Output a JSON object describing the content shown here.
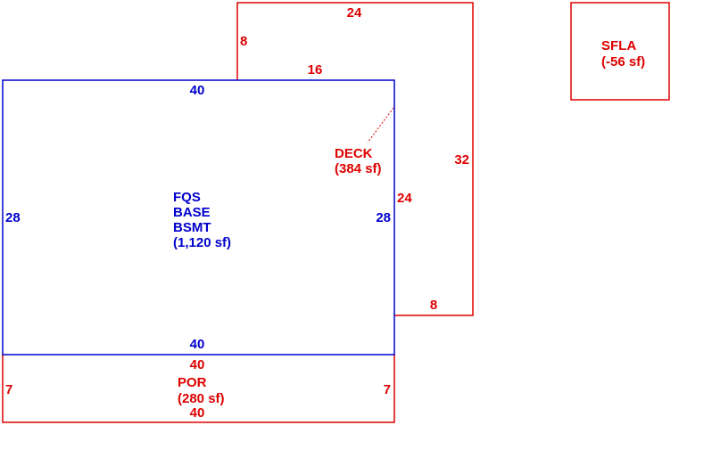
{
  "colors": {
    "blue": "#0000CC",
    "red": "#DD0000"
  },
  "base": {
    "lines": [
      "FQS",
      "BASE",
      "BSMT",
      "(1,120 sf)"
    ],
    "dims": {
      "top": "40",
      "bottom": "40",
      "left": "28",
      "right": "28"
    }
  },
  "deck": {
    "name": "DECK",
    "area": "(384 sf)",
    "dims": {
      "top": "24",
      "upper_left": "8",
      "step": "16",
      "right": "32",
      "inner_right": "24",
      "bottom": "8"
    }
  },
  "por": {
    "name": "POR",
    "area": "(280 sf)",
    "dims": {
      "top": "40",
      "bottom": "40",
      "left": "7",
      "right": "7"
    }
  },
  "sfla": {
    "name": "SFLA",
    "area": "(-56 sf)"
  }
}
